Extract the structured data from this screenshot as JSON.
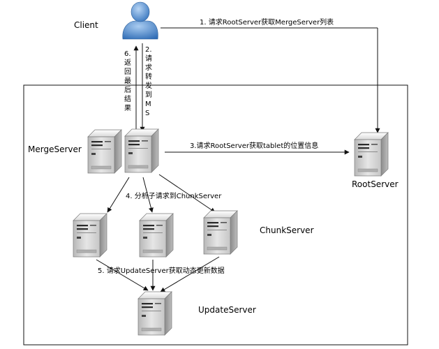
{
  "nodes": {
    "client": "Client",
    "merge": "MergeServer",
    "root": "RootServer",
    "chunk": "ChunkServer",
    "update": "UpdateServer"
  },
  "steps": {
    "s1": "1. 请求RootServer获取MergeServer列表",
    "s2": "2. 请求转发到MS",
    "s3": "3.请求RootServer获取tablet的位置信息",
    "s4": "4. 分析子请求到ChunkServer",
    "s5": "5. 请求UpdateServer获取动态更新数据",
    "s6": "6. 返回最后结果"
  },
  "colors": {
    "line": "#111111",
    "server_body": "#d4d4d4",
    "server_top": "#f2f2f2",
    "server_side": "#9a9a9a",
    "client_blue": "#4a86c8"
  }
}
